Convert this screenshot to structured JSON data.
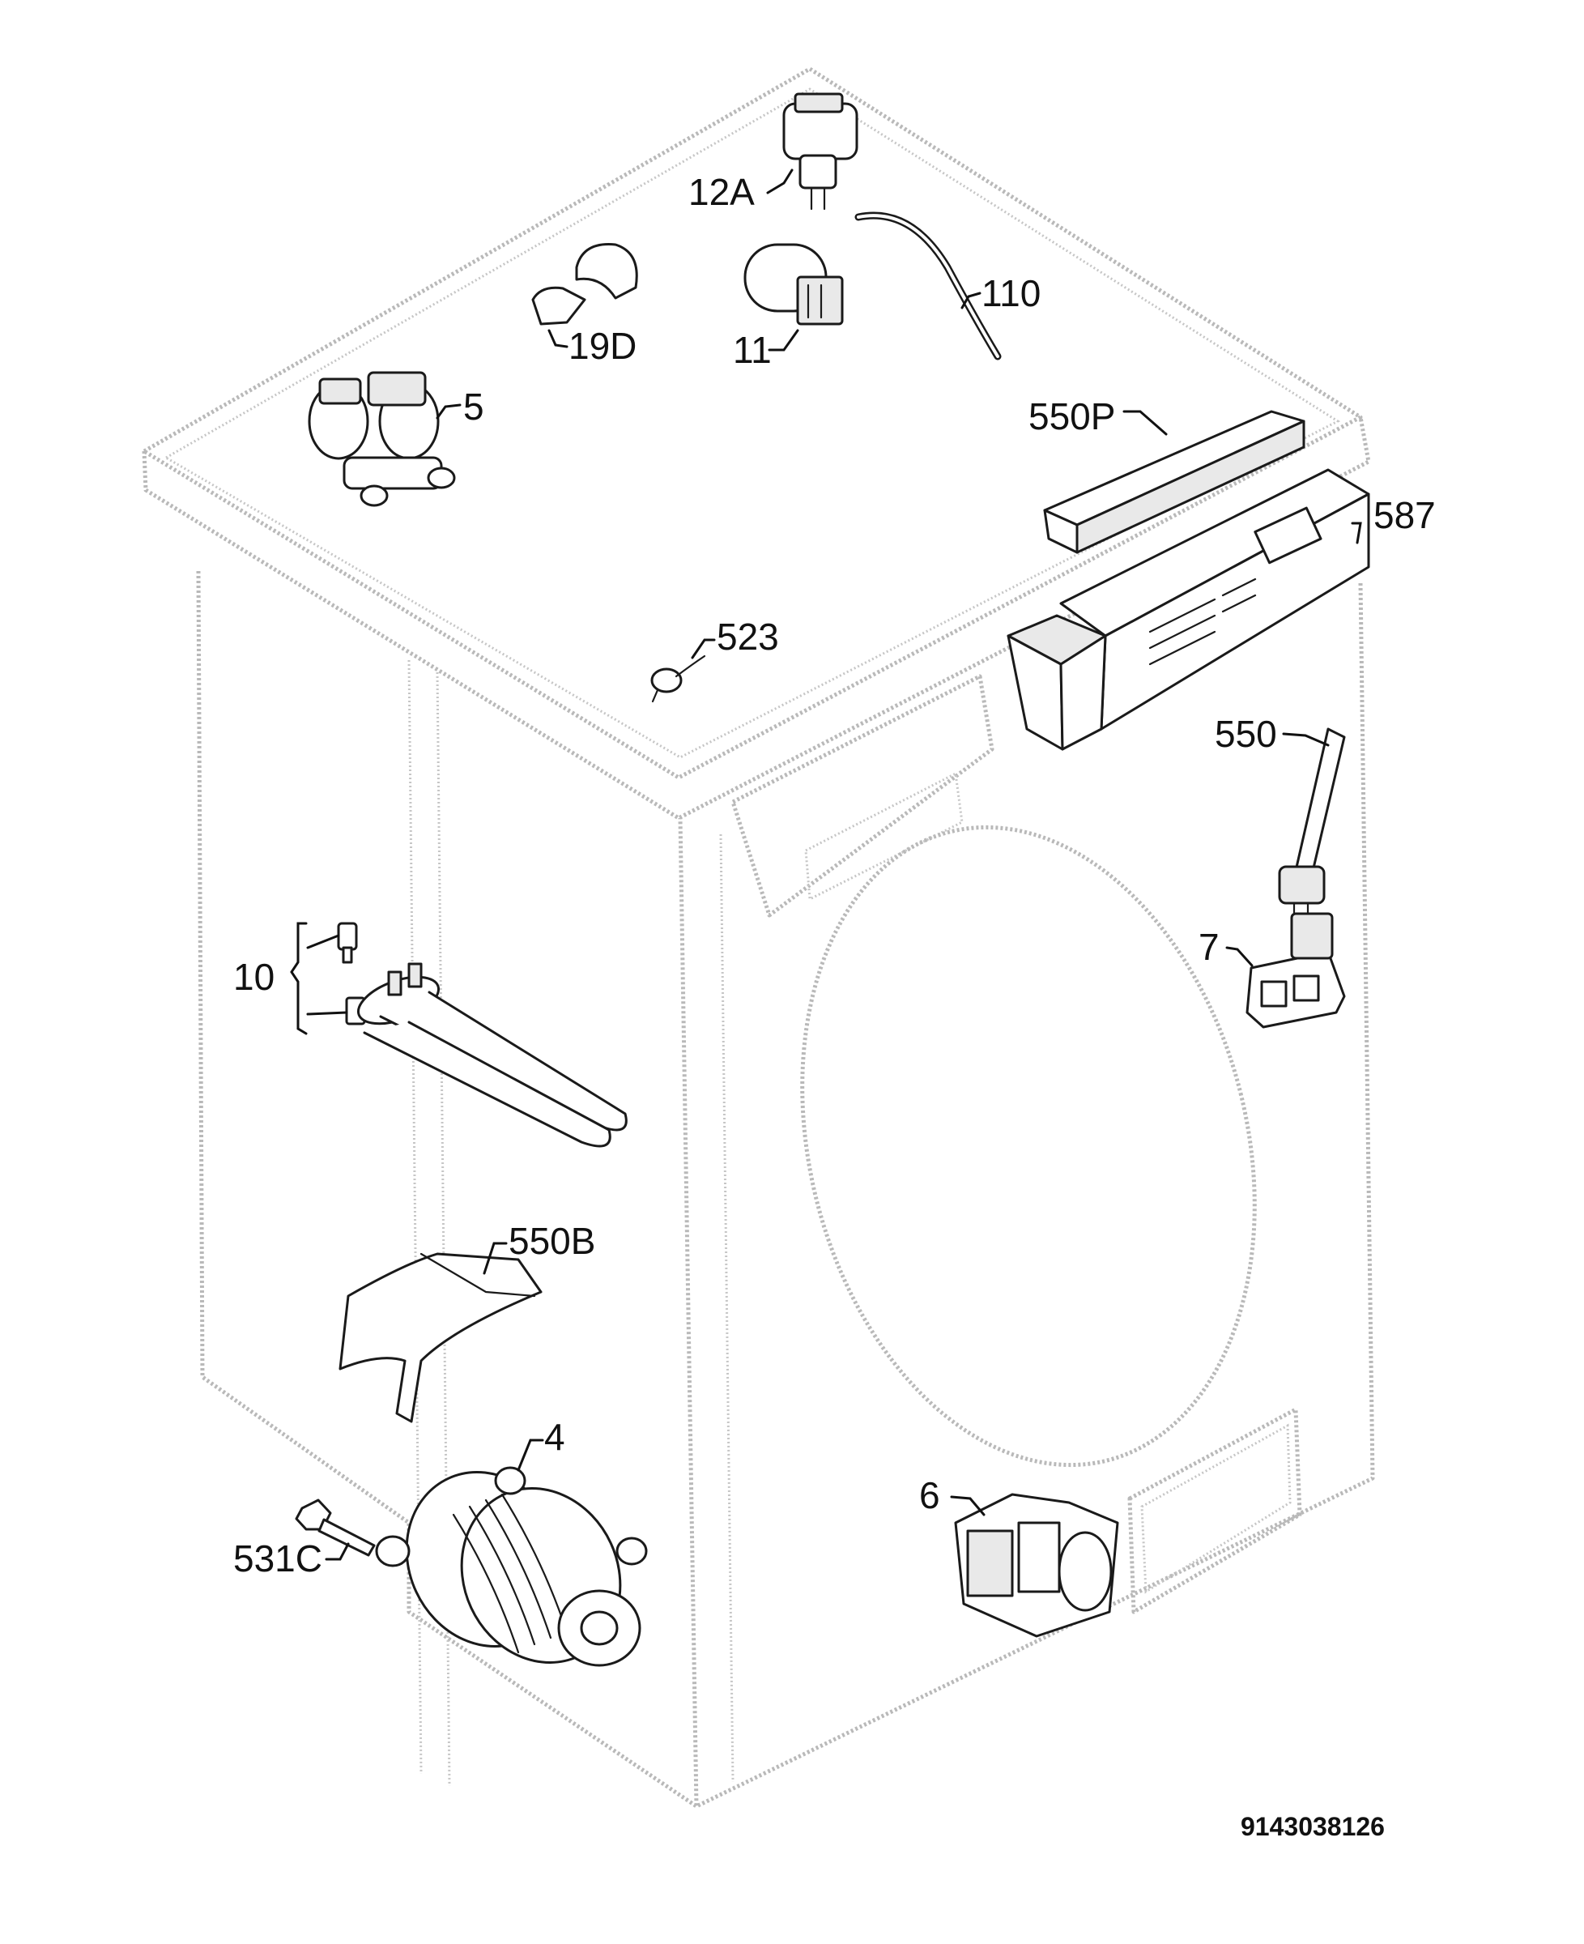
{
  "labels": {
    "p12A": "12A",
    "p19D": "19D",
    "p11": "11",
    "p110": "110",
    "p5": "5",
    "p550P": "550P",
    "p587": "587",
    "p523": "523",
    "p550": "550",
    "p7": "7",
    "p10": "10",
    "p550B": "550B",
    "p4": "4",
    "p531C": "531C",
    "p6": "6"
  },
  "document_number": "9143038126"
}
